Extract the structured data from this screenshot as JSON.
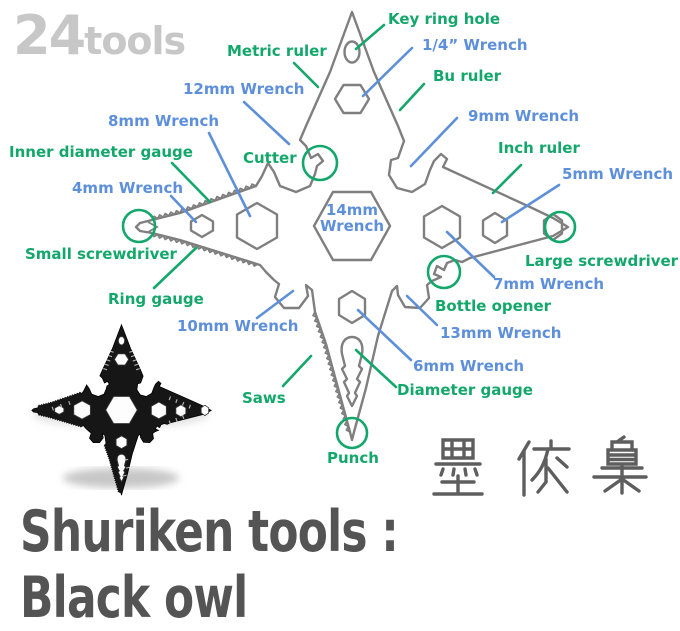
{
  "branding": {
    "count": "24",
    "suffix": "tools"
  },
  "center_label": {
    "line1": "14mm",
    "line2": "Wrench"
  },
  "callouts": {
    "key_ring_hole": "Key ring hole",
    "quarter_wrench": "1/4” Wrench",
    "bu_ruler": "Bu ruler",
    "metric_ruler": "Metric ruler",
    "wrench_12mm": "12mm Wrench",
    "wrench_9mm": "9mm Wrench",
    "wrench_8mm": "8mm Wrench",
    "inch_ruler": "Inch ruler",
    "inner_diameter_gauge": "Inner diameter gauge",
    "cutter": "Cutter",
    "wrench_4mm": "4mm Wrench",
    "wrench_5mm": "5mm Wrench",
    "small_screwdriver": "Small screwdriver",
    "large_screwdriver": "Large screwdriver",
    "wrench_7mm": "7mm Wrench",
    "ring_gauge": "Ring gauge",
    "bottle_opener": "Bottle opener",
    "wrench_13mm": "13mm Wrench",
    "wrench_10mm": "10mm Wrench",
    "wrench_6mm": "6mm Wrench",
    "diameter_gauge": "Diameter gauge",
    "saws": "Saws",
    "punch": "Punch"
  },
  "footer": {
    "kanji": "墨依梟",
    "title": "Shuriken tools : Black owl"
  },
  "colors": {
    "green": "#14a76b",
    "blue": "#5d8fda",
    "outline": "#7f7f7f",
    "title": "#545454",
    "watermark": "#c7c7c7",
    "kanji": "#5e5e5e"
  }
}
